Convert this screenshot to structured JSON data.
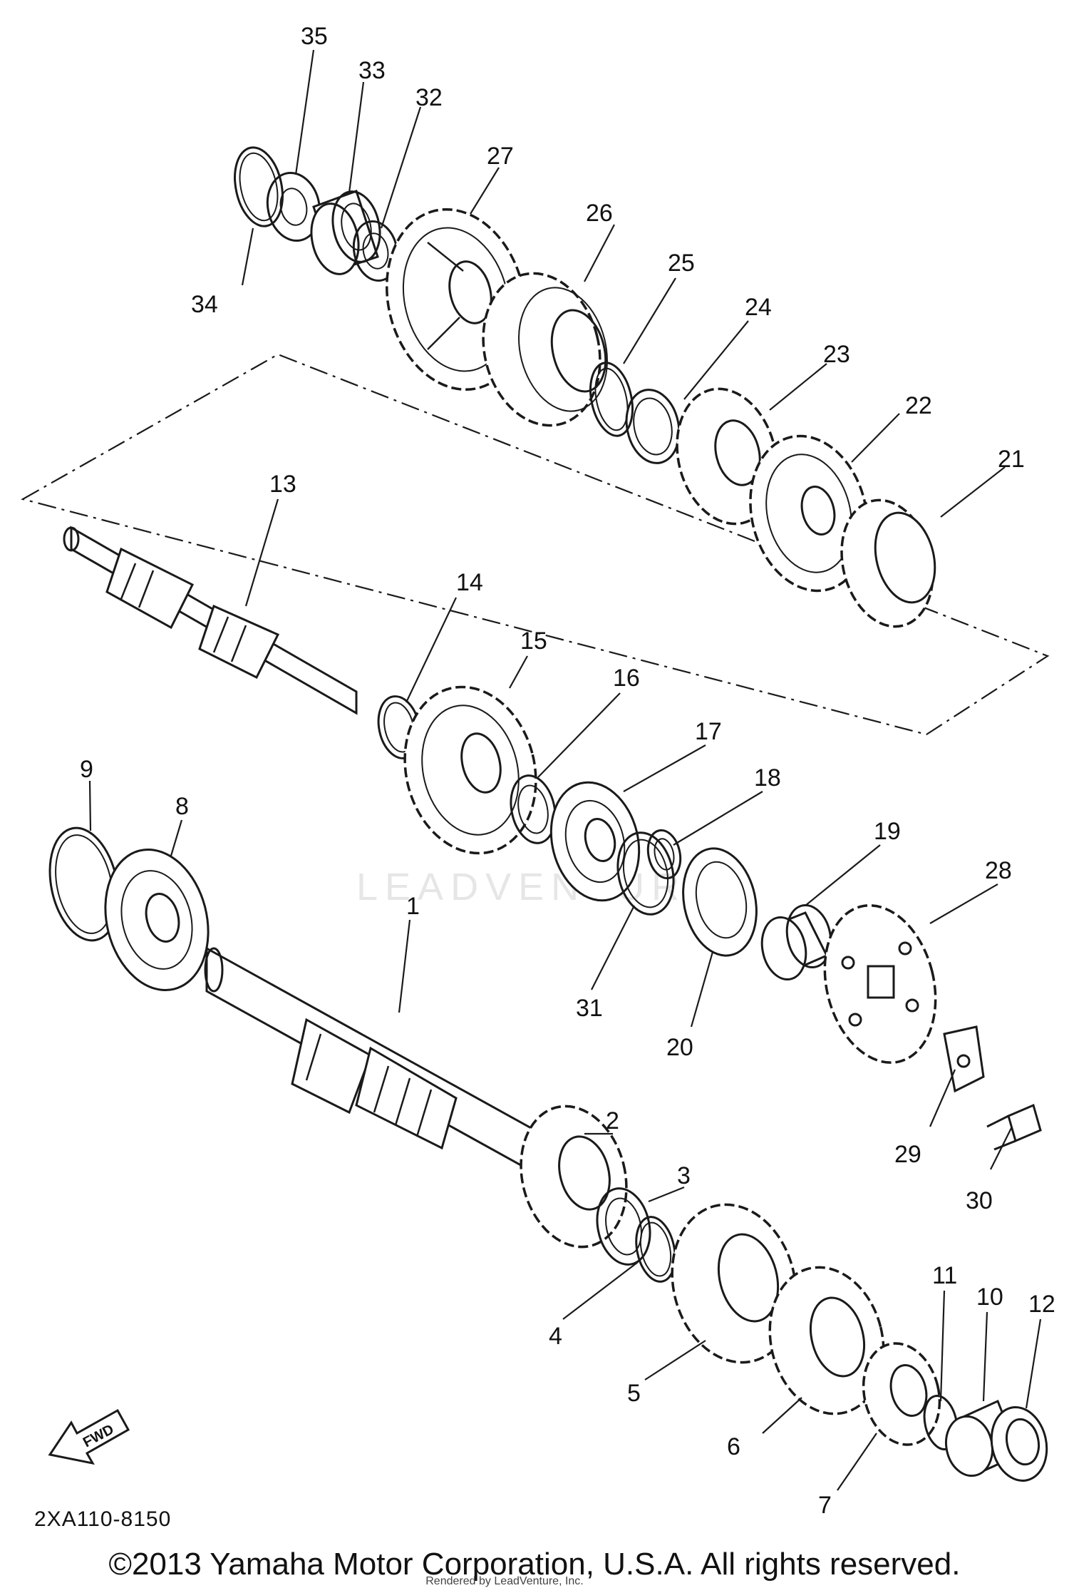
{
  "drawing_number": "2XA110-8150",
  "copyright": "©2013 Yamaha Motor Corporation, U.S.A. All rights reserved.",
  "rendered_by": "Rendered by LeadVenture, Inc.",
  "watermark": "LEADVENTURE",
  "fwd_label": "FWD",
  "callouts": [
    "1",
    "2",
    "3",
    "4",
    "5",
    "6",
    "7",
    "8",
    "9",
    "10",
    "11",
    "12",
    "13",
    "14",
    "15",
    "16",
    "17",
    "18",
    "19",
    "20",
    "21",
    "22",
    "23",
    "24",
    "25",
    "26",
    "27",
    "28",
    "29",
    "30",
    "31",
    "32",
    "33",
    "34",
    "35"
  ]
}
